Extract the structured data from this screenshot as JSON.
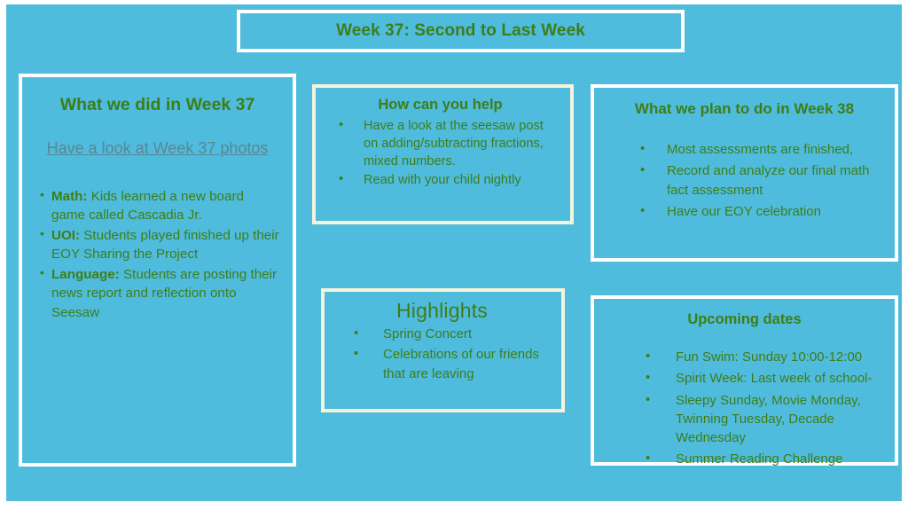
{
  "slide": {
    "background_color": "#4fbcdd",
    "text_color": "#3f7d17",
    "link_color": "#5a8695",
    "border_white": "#ffffff",
    "border_cream": "#f6f3dd"
  },
  "title": {
    "text": "Week 37: Second to Last Week"
  },
  "left_panel": {
    "heading": "What we did in Week 37",
    "link_text": "Have a look at Week 37 photos",
    "items": [
      {
        "label": "Math:",
        "text": " Kids learned a new board game called Cascadia Jr."
      },
      {
        "label": "UOI:",
        "text": " Students played finished up their EOY Sharing the Project"
      },
      {
        "label": "Language:",
        "text": " Students are posting their news report and reflection onto Seesaw"
      }
    ]
  },
  "help_card": {
    "heading": "How can you help",
    "items": [
      "Have a look at the seesaw post on adding/subtracting fractions, mixed numbers.",
      "Read with your child nightly"
    ]
  },
  "week38_card": {
    "heading": "What we plan to do in Week 38",
    "items": [
      "Most assessments are finished,",
      "Record and analyze our final math fact assessment",
      "Have our EOY celebration"
    ]
  },
  "highlights_card": {
    "heading": "Highlights",
    "items": [
      "Spring Concert",
      "Celebrations of our friends that are leaving"
    ]
  },
  "dates_card": {
    "heading": "Upcoming dates",
    "items": [
      "Fun Swim: Sunday 10:00-12:00",
      "Spirit Week: Last week of school-",
      "Sleepy Sunday, Movie Monday, Twinning Tuesday, Decade Wednesday",
      "Summer Reading Challenge"
    ]
  }
}
